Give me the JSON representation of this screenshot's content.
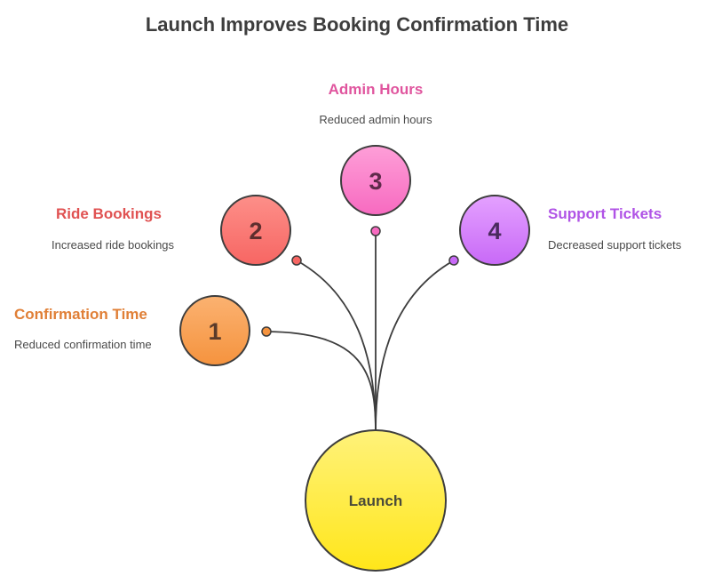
{
  "title": "Launch Improves Booking Confirmation Time",
  "center": {
    "label": "Launch"
  },
  "items": [
    {
      "number": "1",
      "label": "Confirmation Time",
      "description": "Reduced confirmation time",
      "color": "#e07f36",
      "fill_top": "#fbb271",
      "fill_bottom": "#f5933e"
    },
    {
      "number": "2",
      "label": "Ride Bookings",
      "description": "Increased ride bookings",
      "color": "#e05252",
      "fill_top": "#fd8f89",
      "fill_bottom": "#f76663"
    },
    {
      "number": "3",
      "label": "Admin Hours",
      "description": "Reduced admin hours",
      "color": "#e0559e",
      "fill_top": "#fe9fd8",
      "fill_bottom": "#f76ac0"
    },
    {
      "number": "4",
      "label": "Support Tickets",
      "description": "Decreased support tickets",
      "color": "#b053e6",
      "fill_top": "#e4a1ff",
      "fill_bottom": "#c869f7"
    }
  ]
}
